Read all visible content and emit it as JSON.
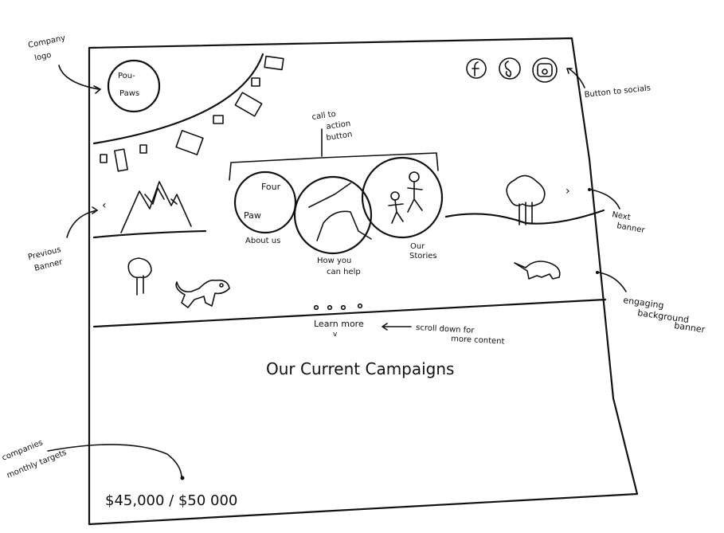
{
  "logo": {
    "line1": "Pou-",
    "line2": "Paws"
  },
  "nav_circles": {
    "about": {
      "text1": "Four",
      "text2": "Paw",
      "label": "About us"
    },
    "help": {
      "label1": "How you",
      "label2": "can help"
    },
    "stories": {
      "label1": "Our",
      "label2": "Stories"
    }
  },
  "carousel": {
    "prev_glyph": "‹",
    "next_glyph": "›",
    "dots": 4
  },
  "learn_more": {
    "label": "Learn more",
    "chevron": "v"
  },
  "campaigns": {
    "heading": "Our Current Campaigns"
  },
  "funding": {
    "text": "$45,000 / $50 000"
  },
  "socials": [
    "facebook-icon",
    "snapchat-icon",
    "instagram-icon"
  ],
  "annotations": {
    "company_logo": [
      "Company",
      "logo"
    ],
    "socials": "Button to socials",
    "cta": [
      "call to",
      "action",
      "button"
    ],
    "previous_banner": [
      "Previous",
      "Banner"
    ],
    "next_banner": [
      "Next",
      "banner"
    ],
    "background_banner": [
      "engaging",
      "background",
      "banner"
    ],
    "scroll": [
      "scroll down for",
      "more content"
    ],
    "targets": [
      "companies",
      "monthly targets"
    ]
  }
}
